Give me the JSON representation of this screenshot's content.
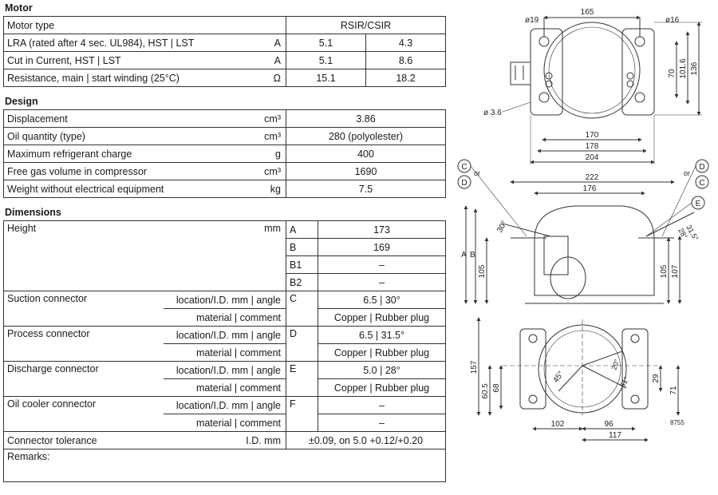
{
  "motor": {
    "title": "Motor",
    "rows": [
      {
        "label": "Motor type",
        "unit": "",
        "values": [
          "RSIR/CSIR"
        ]
      },
      {
        "label": "LRA (rated after 4 sec. UL984), HST | LST",
        "unit": "A",
        "values": [
          "5.1",
          "4.3"
        ]
      },
      {
        "label": "Cut in Current, HST | LST",
        "unit": "A",
        "values": [
          "5.1",
          "8.6"
        ]
      },
      {
        "label": "Resistance, main | start winding (25°C)",
        "unit": "Ω",
        "values": [
          "15.1",
          "18.2"
        ]
      }
    ]
  },
  "design": {
    "title": "Design",
    "rows": [
      {
        "label": "Displacement",
        "unit": "cm³",
        "value": "3.86"
      },
      {
        "label": "Oil quantity (type)",
        "unit": "cm³",
        "value": "280 (polyolester)"
      },
      {
        "label": "Maximum refrigerant charge",
        "unit": "g",
        "value": "400"
      },
      {
        "label": "Free gas volume in compressor",
        "unit": "cm³",
        "value": "1690"
      },
      {
        "label": "Weight without electrical equipment",
        "unit": "kg",
        "value": "7.5"
      }
    ]
  },
  "dimensions": {
    "title": "Dimensions",
    "height": {
      "label": "Height",
      "unit": "mm",
      "rows": [
        {
          "code": "A",
          "value": "173"
        },
        {
          "code": "B",
          "value": "169"
        },
        {
          "code": "B1",
          "value": "–"
        },
        {
          "code": "B2",
          "value": "–"
        }
      ]
    },
    "connectors": [
      {
        "label": "Suction connector",
        "unit1": "location/I.D. mm | angle",
        "code": "C",
        "value1": "6.5 | 30°",
        "unit2": "material | comment",
        "value2": "Copper | Rubber plug"
      },
      {
        "label": "Process connector",
        "unit1": "location/I.D. mm | angle",
        "code": "D",
        "value1": "6.5 | 31.5°",
        "unit2": "material | comment",
        "value2": "Copper | Rubber plug"
      },
      {
        "label": "Discharge connector",
        "unit1": "location/I.D. mm | angle",
        "code": "E",
        "value1": "5.0 | 28°",
        "unit2": "material | comment",
        "value2": "Copper | Rubber plug"
      },
      {
        "label": "Oil cooler connector",
        "unit1": "location/I.D. mm | angle",
        "code": "F",
        "value1": "–",
        "unit2": "material | comment",
        "value2": "–"
      }
    ],
    "tolerance": {
      "label": "Connector tolerance",
      "unit": "I.D. mm",
      "value": "±0.09, on 5.0 +0.12/+0.20"
    },
    "remarks": "Remarks:"
  },
  "drawing": {
    "top": {
      "d19": "ø19",
      "w165": "165",
      "d16": "ø16",
      "d36": "ø 3.6",
      "v70": "70",
      "v1016": "101.6",
      "v136": "136",
      "w170": "170",
      "w178": "178",
      "w204": "204"
    },
    "side": {
      "w222": "222",
      "w176": "176",
      "a30": "30°",
      "a315": "31.5°",
      "a28": "28°",
      "A": "A",
      "B": "B",
      "h105L": "105",
      "h105R": "105",
      "h107": "107",
      "C": "C",
      "D": "D",
      "E": "E",
      "or": "or"
    },
    "bottom": {
      "v157": "157",
      "v605": "60.5",
      "v68": "68",
      "a45": "45°",
      "a20": "20°",
      "v51": "51°",
      "v29": "29",
      "v71": "71",
      "w102": "102",
      "w96": "96",
      "w117": "117",
      "ref": "8755"
    }
  }
}
